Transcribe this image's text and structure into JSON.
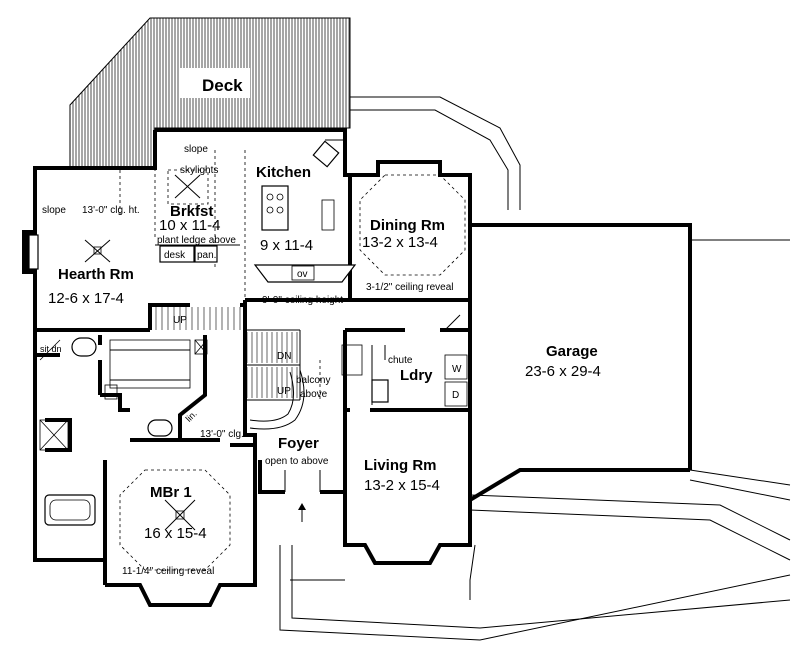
{
  "labels": {
    "deck": "Deck",
    "slope_top": "slope",
    "skylights": "skylights",
    "kitchen": "Kitchen",
    "kitchen_dim": "9 x 11-4",
    "brkfst": "Brkfst",
    "brkfst_dim": "10 x 11-4",
    "plant_ledge": "plant ledge above",
    "desk": "desk",
    "pan": "pan.",
    "ov": "ov",
    "slope_left": "slope",
    "clg_hearth": "13'-0\" clg. ht.",
    "hearth": "Hearth Rm",
    "hearth_dim": "12-6 x 17-4",
    "ceiling_height": "9'-0\" ceiling height",
    "dining": "Dining Rm",
    "dining_dim": "13-2 x 13-4",
    "ceiling_reveal_dining": "3-1/2\" ceiling reveal",
    "up1": "UP",
    "dn": "DN",
    "up2": "UP",
    "balcony1": "balcony",
    "balcony2": "above",
    "chute": "chute",
    "ldry": "Ldry",
    "w": "W",
    "d": "D",
    "garage": "Garage",
    "garage_dim": "23-6 x 29-4",
    "sit_dn": "sit dn",
    "lin": "lin.",
    "clg_mbr": "13'-0\" clg.",
    "foyer": "Foyer",
    "open_above": "open to above",
    "living": "Living Rm",
    "living_dim": "13-2 x 15-4",
    "mbr": "MBr 1",
    "mbr_dim": "16 x 15-4",
    "ceiling_reveal_mbr": "11-1/4\" ceiling reveal"
  }
}
